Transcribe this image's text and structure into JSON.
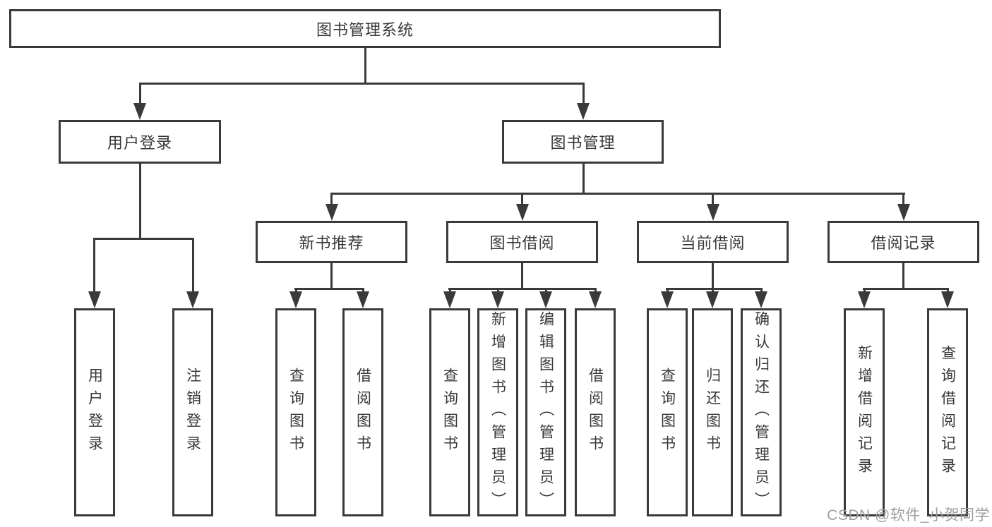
{
  "title": {
    "label": "图书管理系统"
  },
  "level2": {
    "user_login": "用户登录",
    "book_mgmt": "图书管理"
  },
  "level3": {
    "new_books": "新书推荐",
    "book_borrow": "图书借阅",
    "current_borrow": "当前借阅",
    "borrow_records": "借阅记录"
  },
  "leaves": {
    "user_login": [
      "用户登录",
      "注销登录"
    ],
    "new_books": [
      "查询图书",
      "借阅图书"
    ],
    "book_borrow": [
      "查询图书",
      "新增图书（管理员）",
      "编辑图书（管理员）",
      "借阅图书"
    ],
    "current_borrow": [
      "查询图书",
      "归还图书",
      "确认归还（管理员）"
    ],
    "borrow_records": [
      "新增借阅记录",
      "查询借阅记录"
    ]
  },
  "watermark": {
    "text": "CSDN @软件_小贺同学"
  },
  "colors": {
    "line": "#3a3a3a",
    "text": "#383838",
    "watermark": "#9e9e9e",
    "background": "#ffffff"
  }
}
